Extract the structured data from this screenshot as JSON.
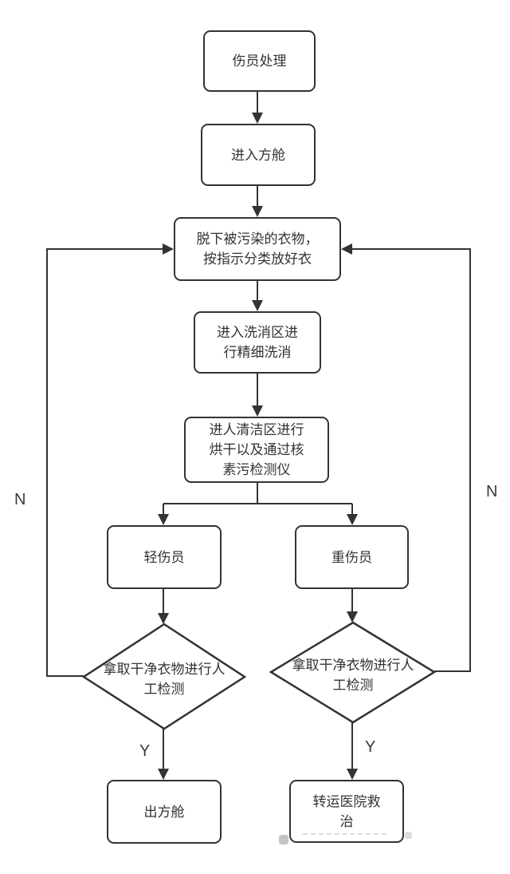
{
  "canvas": {
    "background": "#ffffff",
    "line_color": "#333333",
    "node_fill": "#ffffff",
    "text_color": "#333333"
  },
  "nodes": {
    "start": {
      "label": "伤员处理"
    },
    "enter_cabin": {
      "label": "进入方舱"
    },
    "remove_clothes": {
      "lines": [
        "脱下被污染的衣物，",
        "按指示分类放好衣"
      ]
    },
    "washing": {
      "lines": [
        "进入洗消区进",
        "行精细洗消"
      ]
    },
    "clean_area": {
      "lines": [
        "进人清洁区进行",
        "烘干以及通过核",
        "素污检测仪"
      ]
    },
    "light_injury": {
      "label": "轻伤员"
    },
    "heavy_injury": {
      "label": "重伤员"
    },
    "check_left": {
      "lines": [
        "拿取干净衣物进行人",
        "工检测"
      ]
    },
    "check_right": {
      "lines": [
        "拿取干净衣物进行人",
        "工检测"
      ]
    },
    "exit_cabin": {
      "label": "出方舱"
    },
    "hospital": {
      "lines": [
        "转运医院救",
        "治"
      ]
    }
  },
  "edge_labels": {
    "left_no": "N",
    "right_no": "N",
    "left_yes": "Y",
    "right_yes": "Y"
  }
}
